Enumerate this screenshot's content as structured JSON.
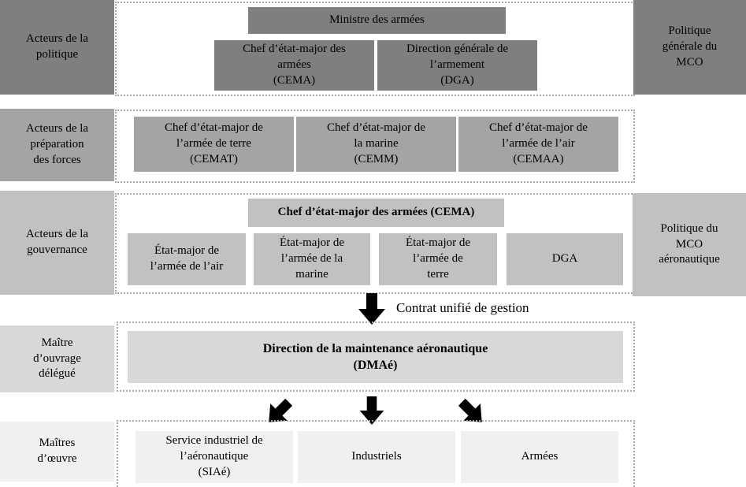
{
  "palette": {
    "band1": "#7f7f7f",
    "band2": "#a4a4a4",
    "band3": "#c1c1c1",
    "band4": "#d8d8d8",
    "band5": "#f0f0f0",
    "arrow": "#000000",
    "dotted_border": "#a9a9a9"
  },
  "left_labels": {
    "politique": "Acteurs de la\npolitique",
    "preparation": "Acteurs de la\npréparation\ndes forces",
    "gouvernance": "Acteurs de la\ngouvernance",
    "maitre_ouvrage": "Maître\nd’ouvrage\ndélégué",
    "maitres_oeuvre": "Maîtres\nd’œuvre"
  },
  "right_labels": {
    "politique_generale": "Politique\ngénérale du\nMCO",
    "politique_mco_aero": "Politique du\nMCO\naéronautique"
  },
  "boxes": {
    "ministre": "Ministre des armées",
    "cema": "Chef d’état-major des\narmées\n(CEMA)",
    "dga": "Direction générale de\nl’armement\n(DGA)",
    "cemat": "Chef d’état-major de\nl’armée de terre\n(CEMAT)",
    "cemm": "Chef d’état-major de\nla marine\n(CEMM)",
    "cemaa": "Chef d’état-major de\nl’armée de l’air\n(CEMAA)",
    "cema_bar": "Chef d’état-major des armées (CEMA)",
    "em_air": "État-major de\nl’armée de l’air",
    "em_marine": "État-major de\nl’armée de la\nmarine",
    "em_terre": "État-major de\nl’armée de\nterre",
    "dga_gouvernance": "DGA",
    "dmae": "Direction de la maintenance aéronautique\n(DMAé)",
    "siae": "Service industriel de\nl’aéronautique\n(SIAé)",
    "industriels": "Industriels",
    "armees": "Armées"
  },
  "annotations": {
    "contrat_unifie": "Contrat unifié de gestion"
  },
  "icons": {
    "down_arrow": "black block arrow pointing down",
    "down_left_arrow": "black block arrow pointing down-left",
    "down_right_arrow": "black block arrow pointing down-right"
  }
}
